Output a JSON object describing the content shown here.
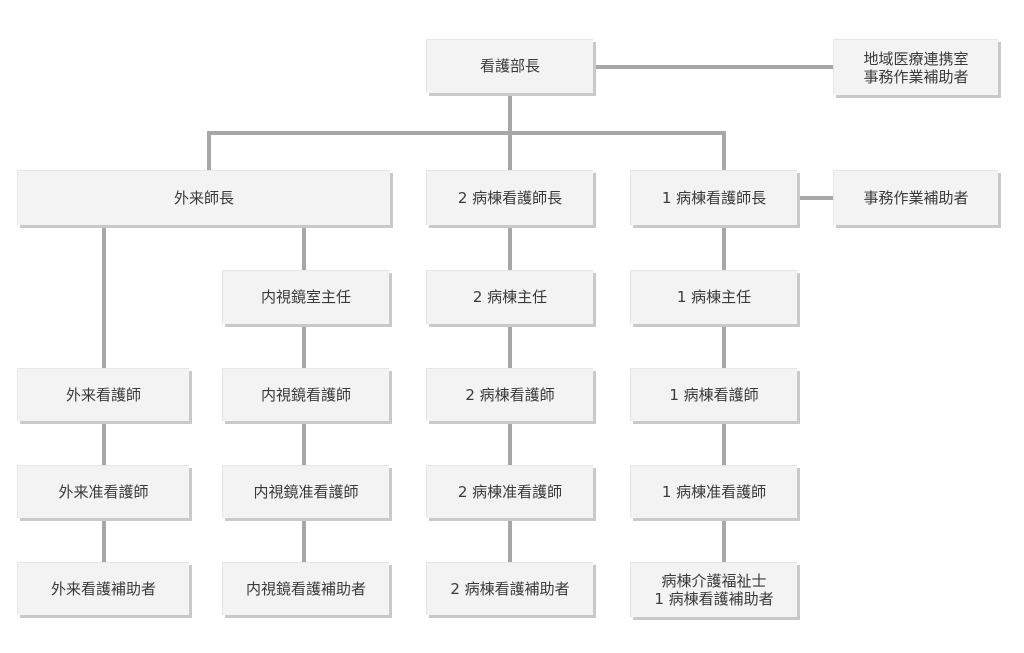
{
  "nodes": {
    "head_nurse": "看護部長",
    "regional_assistant_line1": "地域医療連携室",
    "regional_assistant_line2": "事務作業補助者",
    "outpatient_chief": "外来師長",
    "ward2_chief": "2 病棟看護師長",
    "ward1_chief": "1 病棟看護師長",
    "office_assistant": "事務作業補助者",
    "endoscopy_lead": "内視鏡室主任",
    "ward2_lead": "2 病棟主任",
    "ward1_lead": "1 病棟主任",
    "outpatient_nurse": "外来看護師",
    "endoscopy_nurse": "内視鏡看護師",
    "ward2_nurse": "2 病棟看護師",
    "ward1_nurse": "1 病棟看護師",
    "outpatient_assoc_nurse": "外来准看護師",
    "endoscopy_assoc_nurse": "内視鏡准看護師",
    "ward2_assoc_nurse": "2 病棟准看護師",
    "ward1_assoc_nurse": "1 病棟准看護師",
    "outpatient_aide": "外来看護補助者",
    "endoscopy_aide": "内視鏡看護補助者",
    "ward2_aide": "2 病棟看護補助者",
    "ward1_aide_line1": "病棟介護福祉士",
    "ward1_aide_line2": "1 病棟看護補助者"
  },
  "colors": {
    "box_fill": "#f3f3f3",
    "box_shadow": "#c9c9c9",
    "connector": "#a7a7a7",
    "text": "#3a3a3a"
  }
}
